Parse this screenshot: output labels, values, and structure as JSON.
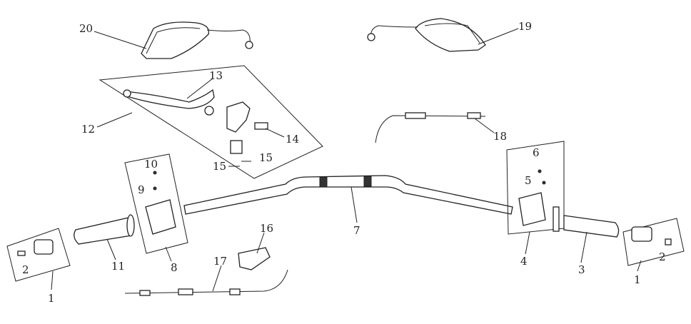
{
  "diagram": {
    "type": "exploded parts diagram - handlebar assembly",
    "callouts": [
      "20",
      "19",
      "13",
      "12",
      "14",
      "18",
      "10",
      "9",
      "15",
      "15",
      "6",
      "5",
      "16",
      "7",
      "8",
      "11",
      "4",
      "3",
      "17",
      "2",
      "2",
      "1",
      "1"
    ]
  }
}
